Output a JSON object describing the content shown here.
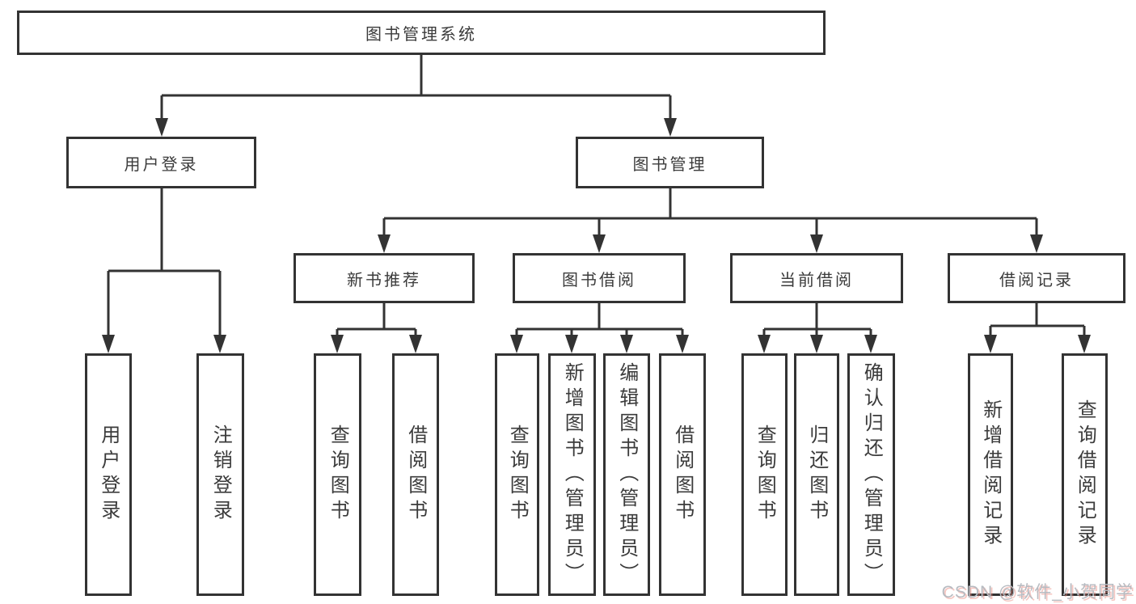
{
  "tree": {
    "root": "图书管理系统",
    "branches": [
      {
        "label": "用户登录",
        "children": [
          "用户登录",
          "注销登录"
        ]
      },
      {
        "label": "图书管理",
        "groups": [
          {
            "label": "新书推荐",
            "children": [
              "查询图书",
              "借阅图书"
            ]
          },
          {
            "label": "图书借阅",
            "children": [
              "查询图书",
              "新增图书（管理员）",
              "编辑图书（管理员）",
              "借阅图书"
            ]
          },
          {
            "label": "当前借阅",
            "children": [
              "查询图书",
              "归还图书",
              "确认归还（管理员）"
            ]
          },
          {
            "label": "借阅记录",
            "children": [
              "新增借阅记录",
              "查询借阅记录"
            ]
          }
        ]
      }
    ]
  },
  "watermark": {
    "text": "CSDN @软件_小贺同学"
  },
  "colors": {
    "line": "#333333",
    "text": "#3b3b3b",
    "background": "#ffffff",
    "watermark_gray": "#b7bbc1",
    "watermark_shadow": "#e98076"
  }
}
